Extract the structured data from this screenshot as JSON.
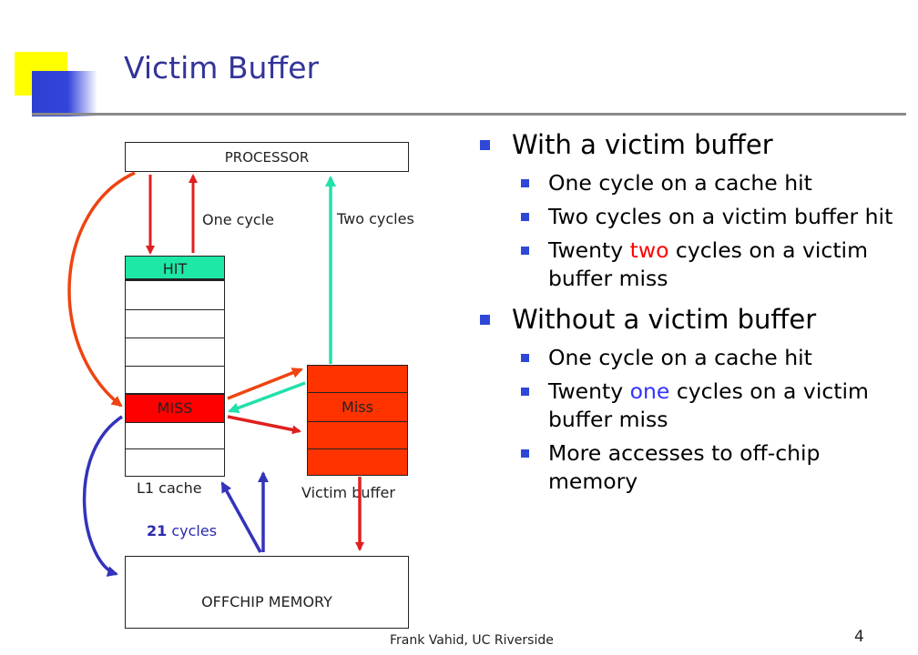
{
  "slide": {
    "title": "Victim Buffer",
    "footer": "Frank Vahid, UC Riverside",
    "page_number": "4"
  },
  "diagram": {
    "processor_label": "PROCESSOR",
    "offchip_label": "OFFCHIP MEMORY",
    "l1_label": "L1 cache",
    "victim_label": "Victim buffer",
    "hit_label": "HIT",
    "miss_label": "MISS",
    "victim_miss_label": "Miss",
    "one_cycle_label": "One cycle",
    "two_cycles_label": "Two cycles",
    "cycles_21_number": "21",
    "cycles_21_suffix": " cycles",
    "colors": {
      "hit_cell": "#1ee8a8",
      "miss_cell": "#ff0000",
      "victim_cells": "#ff3300",
      "arrow_red": "#e02020",
      "arrow_orange": "#ee4411",
      "arrow_teal": "#22e0aa",
      "arrow_blue": "#3333bb"
    }
  },
  "bullets": {
    "with_heading": "With a victim buffer",
    "with_items": {
      "item1": "One cycle on a cache hit",
      "item2": "Two cycles on a victim buffer hit",
      "item3_pre": "Twenty ",
      "item3_highlight": "two",
      "item3_post": " cycles on a victim buffer miss"
    },
    "without_heading": "Without a victim buffer",
    "without_items": {
      "item1": "One cycle on a cache hit",
      "item2_pre": "Twenty ",
      "item2_highlight": "one",
      "item2_post": " cycles on a victim buffer miss",
      "item3": "More accesses to off-chip memory"
    }
  }
}
